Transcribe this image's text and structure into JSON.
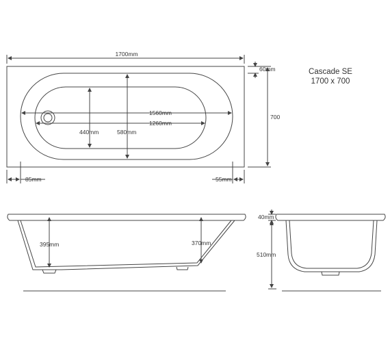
{
  "title": {
    "model": "Cascade SE",
    "size": "1700 x 700"
  },
  "plan": {
    "overall_length": "1700mm",
    "overall_width": "700",
    "rim_top": "60mm",
    "inner_length": "1560mm",
    "flat_length": "1260mm",
    "inner_width": "580mm",
    "flat_width": "440mm",
    "left_rim": "85mm",
    "right_rim": "55mm"
  },
  "side": {
    "depth_left": "395mm",
    "depth_right": "370mm"
  },
  "end": {
    "rim": "40mm",
    "height": "510mm"
  }
}
